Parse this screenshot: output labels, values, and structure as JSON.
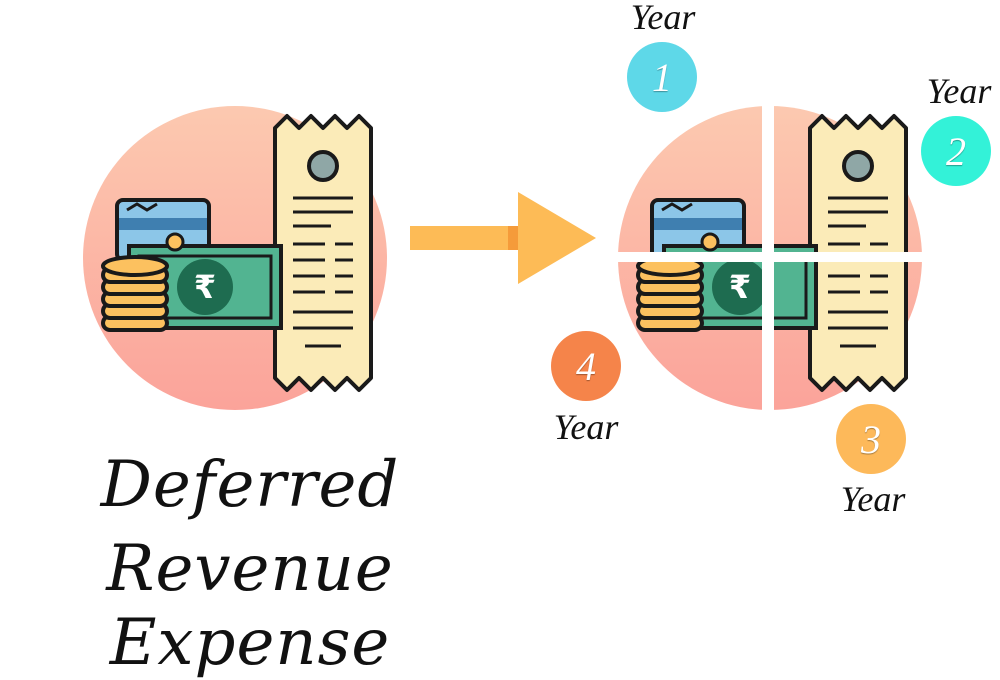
{
  "title": {
    "line1": "Deferred",
    "line2": "Revenue Expense"
  },
  "currency_symbol": "₹",
  "years": [
    {
      "number": "1",
      "label": "Year",
      "color": "#5ED8E8"
    },
    {
      "number": "2",
      "label": "Year",
      "color": "#33F2D8"
    },
    {
      "number": "3",
      "label": "Year",
      "color": "#FDB95A"
    },
    {
      "number": "4",
      "label": "Year",
      "color": "#F5844A"
    }
  ],
  "colors": {
    "circle_top": "#FCC9B0",
    "circle_bottom": "#FBA39A",
    "receipt": "#FBEBB8",
    "banknote": "#52B491",
    "coin": "#FCC15F",
    "card": "#8CC6E8",
    "arrow": "#FDBB56",
    "emblem": "#1E6C50"
  }
}
